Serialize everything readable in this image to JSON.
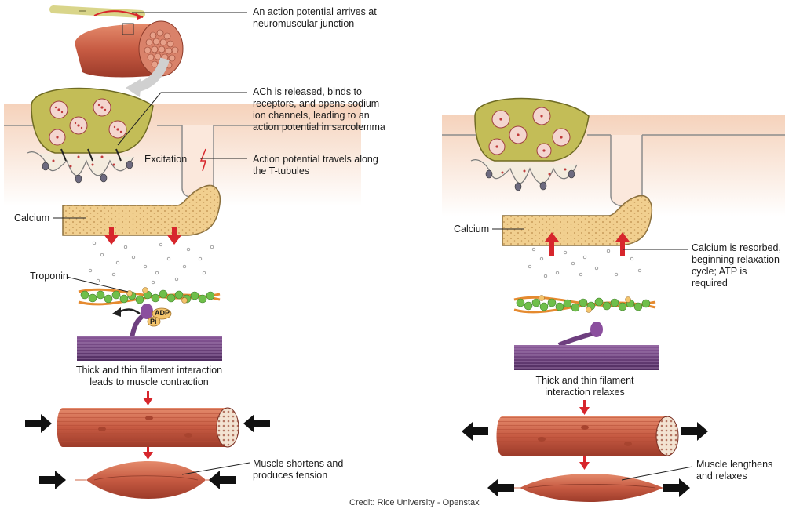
{
  "labels": {
    "ap_arrives": "An action potential arrives at\nneuromuscular junction",
    "ach_released": "ACh is released, binds to\nreceptors, and opens sodium\nion channels, leading to an\naction potential in sarcolemma",
    "excitation": "Excitation",
    "ap_travels": "Action potential travels along\nthe T-tubules",
    "calcium_left": "Calcium",
    "troponin": "Troponin",
    "adp": "ADP",
    "pi": "Pi",
    "interaction_contract": "Thick and thin filament interaction\nleads to muscle contraction",
    "muscle_shortens": "Muscle shortens and\nproduces tension",
    "calcium_right": "Calcium",
    "calcium_resorbed": "Calcium is resorbed,\nbeginning relaxation\ncycle; ATP is required",
    "interaction_relaxes": "Thick and thin filament\ninteraction relaxes",
    "muscle_lengthens": "Muscle lengthens\nand relaxes",
    "credit": "Credit: Rice University - Openstax"
  },
  "colors": {
    "sarcolemma": "#f7d9c4",
    "terminal": "#c3bd57",
    "reticulum": "#f1cf8f",
    "calcium_arrow": "#d7262c",
    "actin": "#6fbf4a",
    "tropomyosin": "#e58a2f",
    "myosin": "#6e3f7f",
    "muscle": "#c95e44"
  }
}
